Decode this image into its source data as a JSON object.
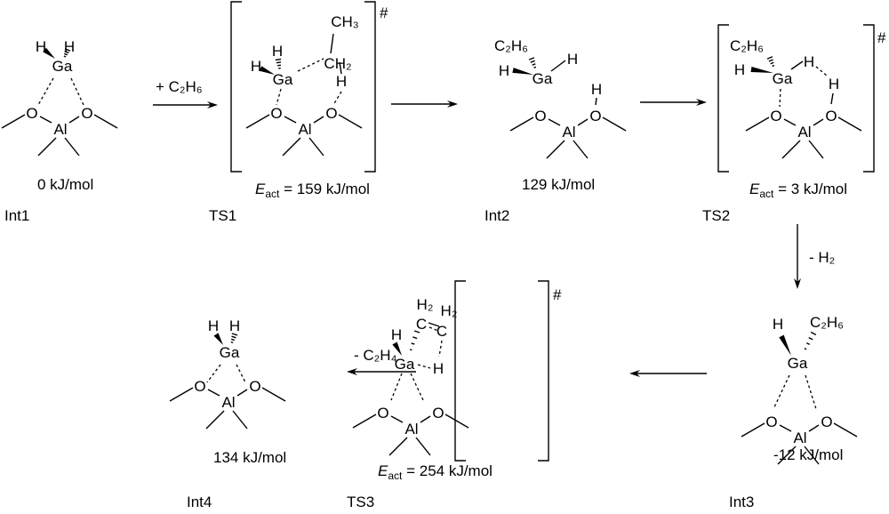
{
  "atoms": {
    "Ga": "Ga",
    "Al": "Al",
    "O": "O",
    "H": "H",
    "CH2": "CH₂",
    "CH3": "CH₃",
    "C": "C",
    "H2": "H₂",
    "C2H6": "C₂H₆"
  },
  "ts_mark": "#",
  "species": [
    {
      "id": "Int1",
      "label": "Int1",
      "energy": "0 kJ/mol"
    },
    {
      "id": "TS1",
      "label": "TS1",
      "eact_symbol": "E",
      "eact_sub": "act",
      "energy": " = 159 kJ/mol"
    },
    {
      "id": "Int2",
      "label": "Int2",
      "energy": "129 kJ/mol"
    },
    {
      "id": "TS2",
      "label": "TS2",
      "eact_symbol": "E",
      "eact_sub": "act",
      "energy": " = 3 kJ/mol"
    },
    {
      "id": "Int3",
      "label": "Int3",
      "energy": "-12 kJ/mol"
    },
    {
      "id": "TS3",
      "label": "TS3",
      "eact_symbol": "E",
      "eact_sub": "act",
      "energy": " = 254 kJ/mol"
    },
    {
      "id": "Int4",
      "label": "Int4",
      "energy": "134 kJ/mol"
    }
  ],
  "arrows": [
    {
      "from": "Int1",
      "to": "TS1",
      "label": "+ C₂H₆"
    },
    {
      "from": "TS1",
      "to": "Int2",
      "label": ""
    },
    {
      "from": "Int2",
      "to": "TS2",
      "label": ""
    },
    {
      "from": "TS2",
      "to": "Int3",
      "label": "- H₂"
    },
    {
      "from": "Int3",
      "to": "TS3",
      "label": ""
    },
    {
      "from": "TS3",
      "to": "Int4",
      "label": "- C₂H₄"
    }
  ]
}
